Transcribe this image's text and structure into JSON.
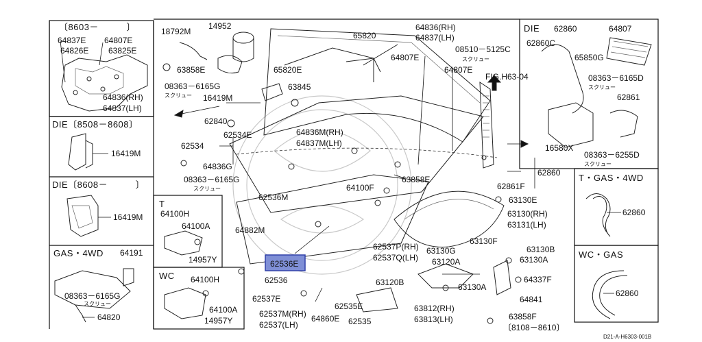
{
  "diagram": {
    "sections": {
      "top_left": {
        "header": "〔8603－　　　〕",
        "labels": [
          "64837E",
          "64807E",
          "64826E",
          "63825E",
          "64836(RH)",
          "64837(LH)"
        ]
      },
      "die_8508": {
        "header": "DIE〔8508－8608〕",
        "labels": [
          "16419M"
        ]
      },
      "die_8608": {
        "header": "DIE〔8608－　　　〕",
        "labels": [
          "16419M"
        ]
      },
      "gas_4wd_left": {
        "header": "GAS・4WD",
        "labels": [
          "64191",
          "08363－6165G",
          "スクリュー",
          "64820"
        ]
      },
      "t_box": {
        "header": "T",
        "labels": [
          "64100H",
          "64100A",
          "14957Y"
        ]
      },
      "wc_box": {
        "header": "WC",
        "labels": [
          "64100H",
          "64100A",
          "14957Y"
        ]
      },
      "die_right": {
        "header": "DIE",
        "labels": [
          "62860",
          "62860C",
          "64807",
          "65850G",
          "08363－6165D",
          "スクリュー",
          "62861",
          "16580X",
          "08363－6255D",
          "スクリュー"
        ]
      },
      "t_gas_4wd": {
        "header": "T・GAS・4WD",
        "labels": [
          "62860"
        ]
      },
      "wc_gas": {
        "header": "WC・GAS",
        "labels": [
          "62860"
        ]
      }
    },
    "main_labels": {
      "l18792M": "18792M",
      "l14952": "14952",
      "l63858E_a": "63858E",
      "l65820E": "65820E",
      "l08363_6165G_a": "08363－6165G",
      "l_screw_a": "スクリュー",
      "l16419M": "16419M",
      "l63845": "63845",
      "l62840": "62840",
      "l62534E": "62534E",
      "l62534": "62534",
      "l64836G": "64836G",
      "l08363_6165G_b": "08363－6165G",
      "l_screw_b": "スクリュー",
      "l65820": "65820",
      "l64836_rh": "64836(RH)",
      "l64837_lh": "64837(LH)",
      "l64807E_a": "64807E",
      "l64807E_b": "64807E",
      "l08510": "08510－5125C",
      "l_screw_c": "スクリュー",
      "l_fig": "FIG.H63-04",
      "l64836M": "64836M(RH)",
      "l64837M": "64837M(LH)",
      "l62536M": "62536M",
      "l64882M": "64882M",
      "l64100F": "64100F",
      "l63858E_b": "63858E",
      "l62860": "62860",
      "l62861F": "62861F",
      "l63130E": "63130E",
      "l63130rh": "63130(RH)",
      "l63131lh": "63131(LH)",
      "l63130F": "63130F",
      "l63130B": "63130B",
      "l63130A_a": "63130A",
      "l62537P": "62537P(RH)",
      "l62537Q": "62537Q(LH)",
      "l63130G": "63130G",
      "l63120A": "63120A",
      "l62536E": "62536E",
      "l62536": "62536",
      "l62537E": "62537E",
      "l63120B": "63120B",
      "l63130A_b": "63130A",
      "l64337F": "64337F",
      "l64841": "64841",
      "l62535E": "62535E",
      "l62537M": "62537M(RH)",
      "l62537lh": "62537(LH)",
      "l64860E": "64860E",
      "l62535": "62535",
      "l63812": "63812(RH)",
      "l63813": "63813(LH)",
      "l63858F": "63858F",
      "l_range": "〔8108－8610〕",
      "l_code": "D21-A-H6303-001B"
    }
  }
}
